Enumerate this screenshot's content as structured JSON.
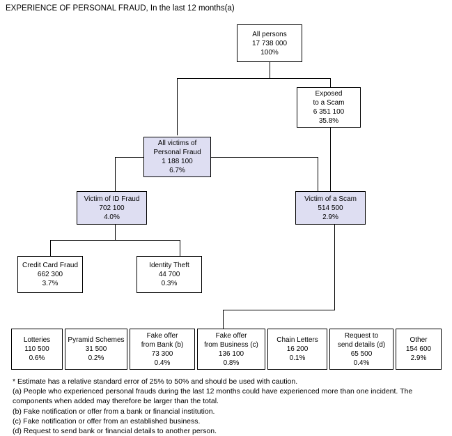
{
  "title": "EXPERIENCE OF PERSONAL FRAUD, In the last 12 months(a)",
  "colors": {
    "shaded_fill": "#DEDEF2",
    "border": "#000000",
    "background": "#FFFFFF"
  },
  "chart_data": {
    "type": "diagram",
    "title": "EXPERIENCE OF PERSONAL FRAUD, In the last 12 months(a)",
    "nodes": [
      {
        "id": "all_persons",
        "label": "All persons",
        "count": "17 738 000",
        "percent": "100%",
        "shaded": false,
        "level": 0
      },
      {
        "id": "exposed_scam",
        "label": "Exposed\nto a Scam",
        "count": "6 351 100",
        "percent": "35.8%",
        "shaded": false,
        "level": 1
      },
      {
        "id": "all_victims",
        "label": "All victims of\nPersonal Fraud",
        "count": "1 188 100",
        "percent": "6.7%",
        "shaded": true,
        "level": 1
      },
      {
        "id": "id_fraud",
        "label": "Victim of ID Fraud",
        "count": "702 100",
        "percent": "4.0%",
        "shaded": true,
        "level": 2
      },
      {
        "id": "victim_scam",
        "label": "Victim of a Scam",
        "count": "514 500",
        "percent": "2.9%",
        "shaded": true,
        "level": 2
      },
      {
        "id": "credit_card",
        "label": "Credit Card Fraud",
        "count": "662 300",
        "percent": "3.7%",
        "shaded": false,
        "level": 3
      },
      {
        "id": "identity_theft",
        "label": "Identity Theft",
        "count": "44 700",
        "percent": "0.3%",
        "shaded": false,
        "level": 3
      },
      {
        "id": "lotteries",
        "label": "Lotteries",
        "count": "110 500",
        "percent": "0.6%",
        "shaded": false,
        "level": 4
      },
      {
        "id": "pyramid",
        "label": "Pyramid Schemes",
        "count": "31 500",
        "percent": "0.2%",
        "shaded": false,
        "level": 4
      },
      {
        "id": "fake_bank",
        "label": "Fake offer\nfrom Bank (b)",
        "count": "73 300",
        "percent": "0.4%",
        "shaded": false,
        "level": 4
      },
      {
        "id": "fake_business",
        "label": "Fake offer\nfrom Business (c)",
        "count": "136 100",
        "percent": "0.8%",
        "shaded": false,
        "level": 4
      },
      {
        "id": "chain_letters",
        "label": "Chain Letters",
        "count": "16 200",
        "percent": "0.1%",
        "shaded": false,
        "level": 4
      },
      {
        "id": "request_details",
        "label": "Request to\nsend details (d)",
        "count": "65 500",
        "percent": "0.4%",
        "shaded": false,
        "level": 4
      },
      {
        "id": "other",
        "label": "Other",
        "count": "154 600",
        "percent": "2.9%",
        "shaded": false,
        "level": 4
      }
    ],
    "edges": [
      {
        "from": "all_persons",
        "to": "all_victims"
      },
      {
        "from": "all_persons",
        "to": "exposed_scam"
      },
      {
        "from": "all_victims",
        "to": "id_fraud"
      },
      {
        "from": "all_victims",
        "to": "victim_scam"
      },
      {
        "from": "exposed_scam",
        "to": "victim_scam"
      },
      {
        "from": "id_fraud",
        "to": "credit_card"
      },
      {
        "from": "id_fraud",
        "to": "identity_theft"
      },
      {
        "from": "victim_scam",
        "to": "scam_types_group"
      }
    ]
  },
  "boxes": {
    "all_persons": {
      "l1": "All persons",
      "l2": "",
      "count": "17 738 000",
      "percent": "100%"
    },
    "exposed_scam": {
      "l1": "Exposed",
      "l2": "to a Scam",
      "count": "6 351 100",
      "percent": "35.8%"
    },
    "all_victims": {
      "l1": "All victims of",
      "l2": "Personal Fraud",
      "count": "1 188 100",
      "percent": "6.7%"
    },
    "id_fraud": {
      "l1": "Victim of ID Fraud",
      "l2": "",
      "count": "702 100",
      "percent": "4.0%"
    },
    "victim_scam": {
      "l1": "Victim of a Scam",
      "l2": "",
      "count": "514 500",
      "percent": "2.9%"
    },
    "credit_card": {
      "l1": "Credit Card Fraud",
      "l2": "",
      "count": "662 300",
      "percent": "3.7%"
    },
    "identity_theft": {
      "l1": "Identity Theft",
      "l2": "",
      "count": "44 700",
      "percent": "0.3%"
    },
    "lotteries": {
      "l1": "Lotteries",
      "l2": "",
      "count": "110 500",
      "percent": "0.6%"
    },
    "pyramid": {
      "l1": "Pyramid Schemes",
      "l2": "",
      "count": "31 500",
      "percent": "0.2%"
    },
    "fake_bank": {
      "l1": "Fake offer",
      "l2": "from Bank (b)",
      "count": "73 300",
      "percent": "0.4%"
    },
    "fake_business": {
      "l1": "Fake offer",
      "l2": "from Business (c)",
      "count": "136 100",
      "percent": "0.8%"
    },
    "chain_letters": {
      "l1": "Chain Letters",
      "l2": "",
      "count": "16 200",
      "percent": "0.1%"
    },
    "request_details": {
      "l1": "Request to",
      "l2": "send details (d)",
      "count": "65 500",
      "percent": "0.4%"
    },
    "other": {
      "l1": "Other",
      "l2": "",
      "count": "154 600",
      "percent": "2.9%"
    }
  },
  "notes": {
    "estimate": "* Estimate has a relative standard error of 25% to 50% and should be used with caution.",
    "a": "(a) People who experienced personal frauds during the last 12 months could have experienced more than one incident. The components when added may therefore be larger than the total.",
    "b": "(b) Fake notification or offer from a bank or financial institution.",
    "c": "(c) Fake notification or offer from an established business.",
    "d": "(d) Request to send bank or financial details to another person."
  }
}
